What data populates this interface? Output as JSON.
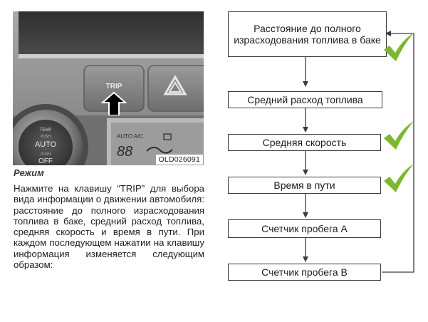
{
  "photo": {
    "button_label": "TRIP",
    "temp_label": "TEMP",
    "push_label": "PUSH",
    "auto_label": "AUTO",
    "off_label": "OFF",
    "display_mode": "AUTO  A/C",
    "display_digits": "88",
    "image_code": "OLD026091"
  },
  "section": {
    "title": "Режим",
    "body": "Нажмите на клавишу “TRIP” для выбора вида информации о движении автомобиля: расстояние до полного израсходования топлива в баке, средний расход топлива, средняя скорость и время в пути. При каждом последующем нажатии на клавишу информация изменяется следующим образом:"
  },
  "flow": {
    "steps": [
      {
        "label": "Расстояние до полного израсходования топлива в баке",
        "checked": true
      },
      {
        "label": "Средний расход топлива",
        "checked": false
      },
      {
        "label": "Средняя скорость",
        "checked": true
      },
      {
        "label": "Время в пути",
        "checked": true
      },
      {
        "label": "Счетчик пробега A",
        "checked": false
      },
      {
        "label": "Счетчик пробега B",
        "checked": false
      }
    ]
  },
  "colors": {
    "check_green": "#7cb82f",
    "line": "#3c3c3c"
  }
}
